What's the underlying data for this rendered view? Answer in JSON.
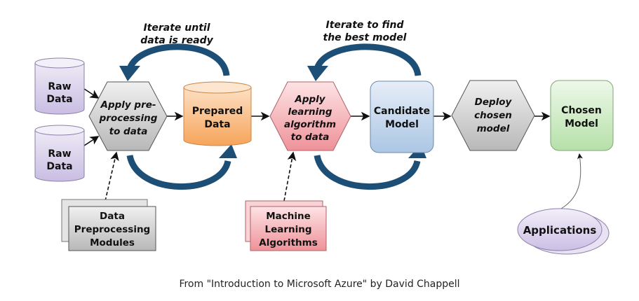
{
  "nodes": {
    "raw_data_1": [
      "Raw",
      "Data"
    ],
    "raw_data_2": [
      "Raw",
      "Data"
    ],
    "apply_preprocessing": [
      "Apply pre-",
      "processing",
      "to data"
    ],
    "prepared_data": [
      "Prepared",
      "Data"
    ],
    "apply_learning": [
      "Apply",
      "learning",
      "algorithm",
      "to data"
    ],
    "candidate_model": [
      "Candidate",
      "Model"
    ],
    "deploy_model": [
      "Deploy",
      "chosen",
      "model"
    ],
    "chosen_model": [
      "Chosen",
      "Model"
    ],
    "preprocessing_modules": [
      "Data",
      "Preprocessing",
      "Modules"
    ],
    "ml_algorithms": [
      "Machine",
      "Learning",
      "Algorithms"
    ],
    "applications": [
      "Applications"
    ]
  },
  "loops": {
    "data_loop": [
      "Iterate until",
      "data is ready"
    ],
    "model_loop": [
      "Iterate to find",
      "the best model"
    ]
  },
  "caption": "From \"Introduction to Microsoft Azure\" by David Chappell",
  "colors": {
    "raw": "#d9d0ea",
    "grey": "#cfcfcf",
    "orange": "#f8b77a",
    "pink": "#f2a9ae",
    "blue": "#c6d8ec",
    "green": "#cdeac2",
    "loop_arrow": "#1d4f76"
  }
}
